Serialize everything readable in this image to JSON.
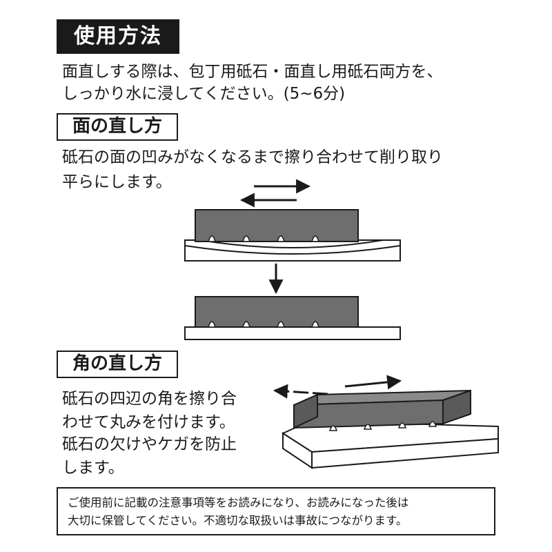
{
  "usage": {
    "title": "使用方法",
    "lines": [
      "面直しする際は、包丁用砥石・面直し用砥石両方を、",
      "しっかり水に浸してください。(5~6分)"
    ]
  },
  "surface": {
    "title": "面の直し方",
    "lines": [
      "砥石の面の凹みがなくなるまで擦り合わせて削り取り",
      "平らにします。"
    ]
  },
  "corner": {
    "title": "角の直し方",
    "lines": [
      "砥石の四辺の角を擦り合",
      "わせて丸みを付けます。",
      "砥石の欠けやケガを防止",
      "します。"
    ]
  },
  "notice": {
    "lines": [
      "ご使用前に記載の注意事項等をお読みになり、お読みになった後は",
      "大切に保管してください。不適切な取扱いは事故につながります。"
    ]
  },
  "colors": {
    "stone": "#6e6e6e",
    "ink": "#1a1a1a",
    "paper": "#ffffff"
  },
  "icons": [
    "arrow-right-icon",
    "arrow-left-icon",
    "arrow-down-icon"
  ]
}
